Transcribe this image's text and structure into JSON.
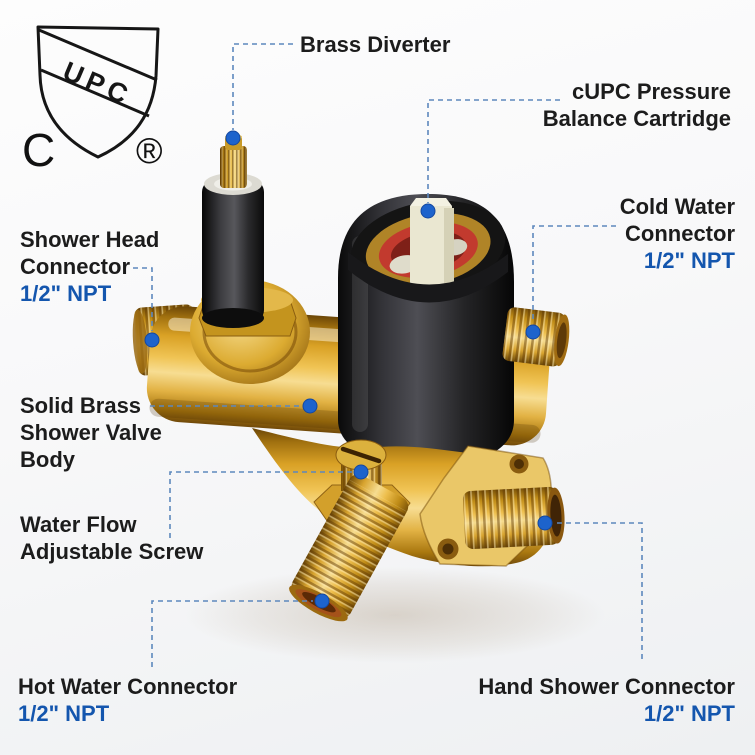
{
  "certification_logo": {
    "country_mark": "C",
    "shield_text": "UPC",
    "registered_mark": "®"
  },
  "labels": {
    "brass_diverter": {
      "line1": "Brass Diverter"
    },
    "cupc_cartridge": {
      "line1": "cUPC Pressure",
      "line2": "Balance Cartridge"
    },
    "cold_water": {
      "line1": "Cold Water",
      "line2": "Connector",
      "spec": "1/2\" NPT"
    },
    "shower_head": {
      "line1": "Shower Head",
      "line2": "Connector",
      "spec": "1/2\" NPT"
    },
    "valve_body": {
      "line1": "Solid Brass",
      "line2": "Shower Valve",
      "line3": "Body"
    },
    "water_flow": {
      "line1": "Water Flow",
      "line2": "Adjustable Screw"
    },
    "hot_water": {
      "line1": "Hot Water Connector",
      "spec": "1/2\" NPT"
    },
    "hand_shower": {
      "line1": "Hand Shower Connector",
      "spec": "1/2\" NPT"
    }
  },
  "colors": {
    "label_text": "#1c1c1c",
    "spec_blue": "#1456ae",
    "leader_line_blue": "#5d88bd",
    "callout_dot_blue": "#1d63cc",
    "brass": "#d9a125",
    "housing_black": "#1a1a1c",
    "cartridge_red": "#c23a2e",
    "cartridge_stem_cream": "#eae7d1"
  }
}
